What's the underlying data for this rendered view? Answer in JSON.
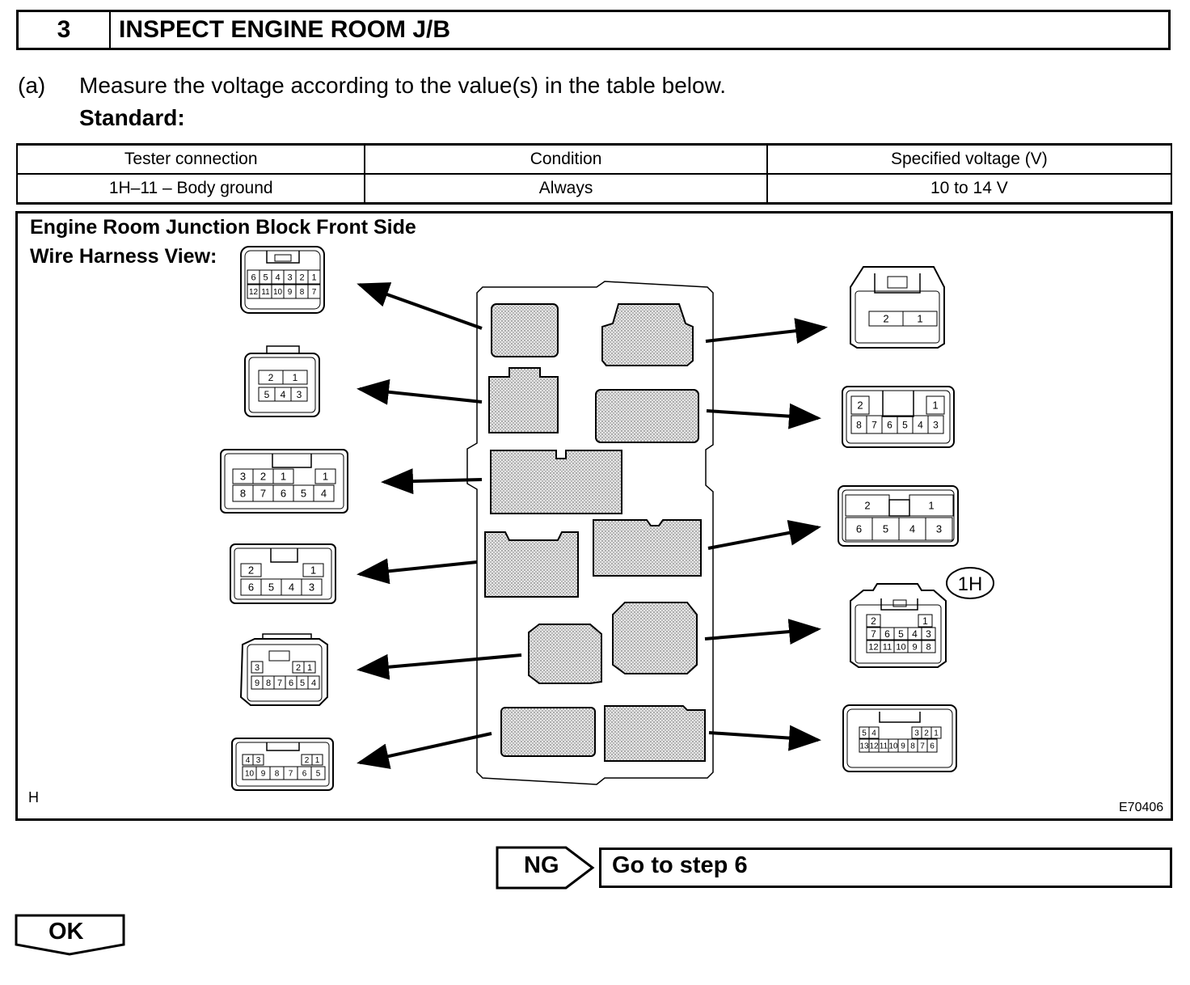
{
  "step": {
    "number": "3",
    "title": "INSPECT ENGINE ROOM J/B"
  },
  "instruction": {
    "label": "(a)",
    "text": "Measure the voltage according to the value(s) in the table below.",
    "standard": "Standard:"
  },
  "table": {
    "headers": [
      "Tester connection",
      "Condition",
      "Specified voltage (V)"
    ],
    "rows": [
      [
        "1H–11 – Body ground",
        "Always",
        "10 to 14 V"
      ]
    ]
  },
  "diagram": {
    "title": "Engine Room Junction Block Front Side",
    "subtitle": "Wire Harness View:",
    "corner_left": "H",
    "figure_code": "E70406",
    "callout": "1H",
    "connectors": {
      "left1_top": [
        "6",
        "5",
        "4",
        "3",
        "2",
        "1"
      ],
      "left1_bottom": [
        "12",
        "11",
        "10",
        "9",
        "8",
        "7"
      ],
      "left2_top": [
        "2",
        "1"
      ],
      "left2_bottom": [
        "5",
        "4",
        "3"
      ],
      "left3_top": [
        "3",
        "2",
        "1"
      ],
      "left3_bottom": [
        "8",
        "7",
        "6",
        "5",
        "4"
      ],
      "left4_top": [
        "2",
        "1"
      ],
      "left4_bottom": [
        "6",
        "5",
        "4",
        "3"
      ],
      "left5_top": [
        "3",
        "2",
        "1"
      ],
      "left5_bottom": [
        "9",
        "8",
        "7",
        "6",
        "5",
        "4"
      ],
      "left6_top": [
        "4",
        "3",
        "2",
        "1"
      ],
      "left6_bottom": [
        "10",
        "9",
        "8",
        "7",
        "6",
        "5"
      ],
      "right1": [
        "2",
        "1"
      ],
      "right2_top": [
        "2",
        "1"
      ],
      "right2_bottom": [
        "8",
        "7",
        "6",
        "5",
        "4",
        "3"
      ],
      "right3_top": [
        "2",
        "1"
      ],
      "right3_bottom": [
        "6",
        "5",
        "4",
        "3"
      ],
      "right4_rows": [
        [
          "2",
          "1"
        ],
        [
          "7",
          "6",
          "5",
          "4",
          "3"
        ],
        [
          "12",
          "11",
          "10",
          "9",
          "8"
        ]
      ],
      "right5_top": [
        "5",
        "4",
        "3",
        "2",
        "1"
      ],
      "right5_bottom": [
        "13",
        "12",
        "11",
        "10",
        "9",
        "8",
        "7",
        "6"
      ]
    }
  },
  "flow": {
    "ng_label": "NG",
    "ng_action": "Go to step 6",
    "ok_label": "OK"
  }
}
